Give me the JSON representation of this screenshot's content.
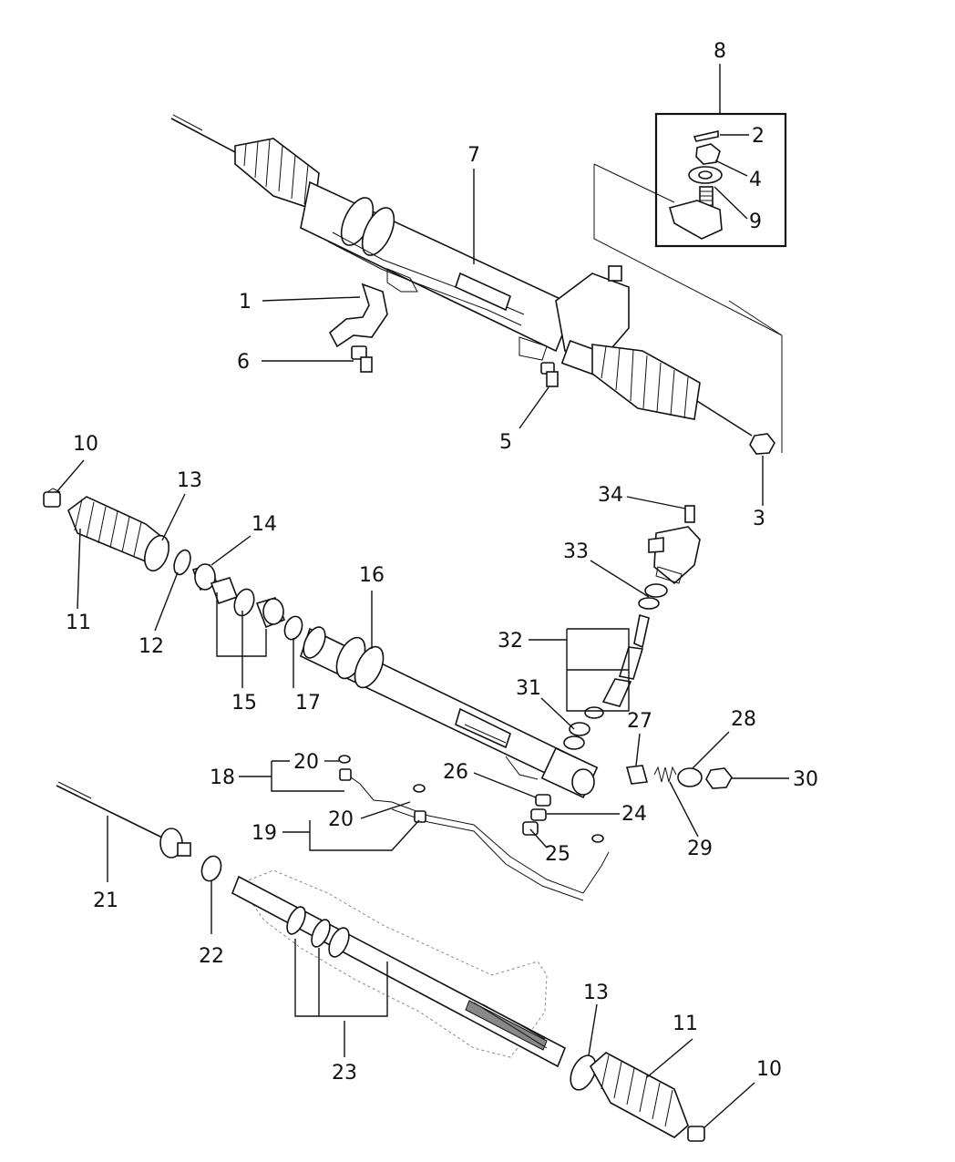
{
  "labels": {
    "p1": "1",
    "p2": "2",
    "p3": "3",
    "p4": "4",
    "p5": "5",
    "p6": "6",
    "p7": "7",
    "p8": "8",
    "p9": "9",
    "p10a": "10",
    "p10b": "10",
    "p11a": "11",
    "p11b": "11",
    "p12": "12",
    "p13a": "13",
    "p13b": "13",
    "p14": "14",
    "p15": "15",
    "p16": "16",
    "p17": "17",
    "p18": "18",
    "p19": "19",
    "p20a": "20",
    "p20b": "20",
    "p21": "21",
    "p22": "22",
    "p23": "23",
    "p24": "24",
    "p25": "25",
    "p26": "26",
    "p27": "27",
    "p28": "28",
    "p29": "29",
    "p30": "30",
    "p31": "31",
    "p32": "32",
    "p33": "33",
    "p34": "34"
  }
}
